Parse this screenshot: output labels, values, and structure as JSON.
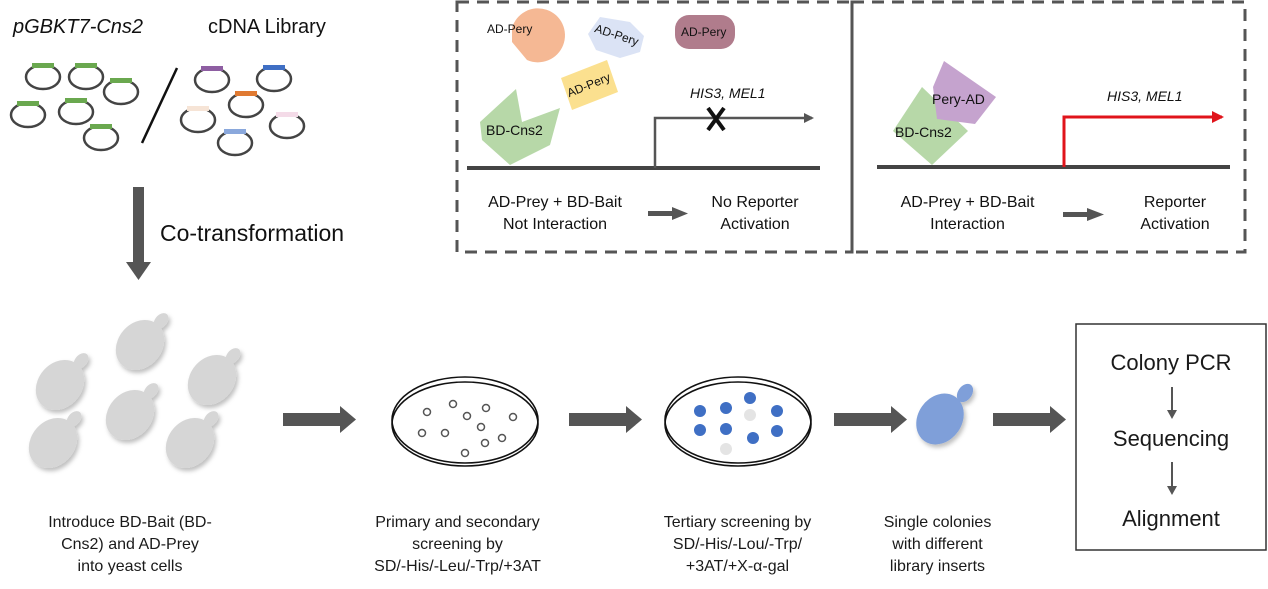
{
  "plasmids": {
    "bait_title": "pGBKT7-Cns2",
    "library_title": "cDNA Library",
    "bait_insert_color": "#6aa84f",
    "library_insert_colors": [
      "#8e5ea2",
      "#3f6fc4",
      "#e07a32",
      "#f6e4d6",
      "#f4dbe8",
      "#8aa8dc"
    ]
  },
  "step_arrow": {
    "label": "Co-transformation"
  },
  "panel_no_interaction": {
    "prey_labels": [
      "AD-Pery",
      "AD-Pery",
      "AD-Pery",
      "AD-Pery"
    ],
    "bait_label": "BD-Cns2",
    "reporter_label": "HIS3, MEL1",
    "condition_line1": "AD-Prey + BD-Bait",
    "condition_line2": "Not Interaction",
    "result_line1": "No Reporter",
    "result_line2": "Activation"
  },
  "panel_interaction": {
    "prey_label": "Pery-AD",
    "bait_label": "BD-Cns2",
    "reporter_label": "HIS3, MEL1",
    "condition_line1": "AD-Prey + BD-Bait",
    "condition_line2": "Interaction",
    "result_line1": "Reporter",
    "result_line2": "Activation",
    "active_color": "#e0141b"
  },
  "workflow": {
    "steps": [
      {
        "caption": [
          "Introduce BD-Bait (BD-",
          "Cns2) and AD-Prey",
          "into yeast cells"
        ]
      },
      {
        "caption": [
          "Primary and secondary",
          "screening by",
          "SD/-His/-Leu/-Trp/+3AT"
        ]
      },
      {
        "caption": [
          "Tertiary screening by",
          "SD/-His/-Lou/-Trp/",
          "+3AT/+X-α-gal"
        ]
      },
      {
        "caption": [
          "Single colonies",
          "with different",
          "library inserts"
        ]
      }
    ],
    "final_box": [
      "Colony PCR",
      "Sequencing",
      "Alignment"
    ],
    "colony_color": "#3f6fc4",
    "single_yeast_color": "#7f9fd9"
  }
}
